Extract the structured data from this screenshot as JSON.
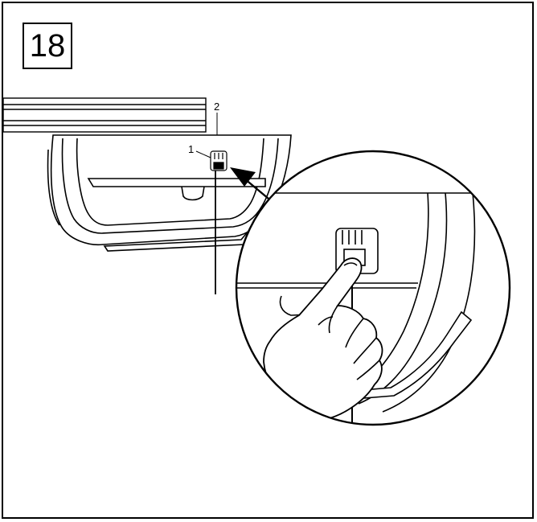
{
  "step": {
    "number": "18"
  },
  "callouts": {
    "one": "1",
    "two": "2"
  },
  "colors": {
    "line": "#000000",
    "background": "#ffffff",
    "shade": "#e6e6e6"
  }
}
